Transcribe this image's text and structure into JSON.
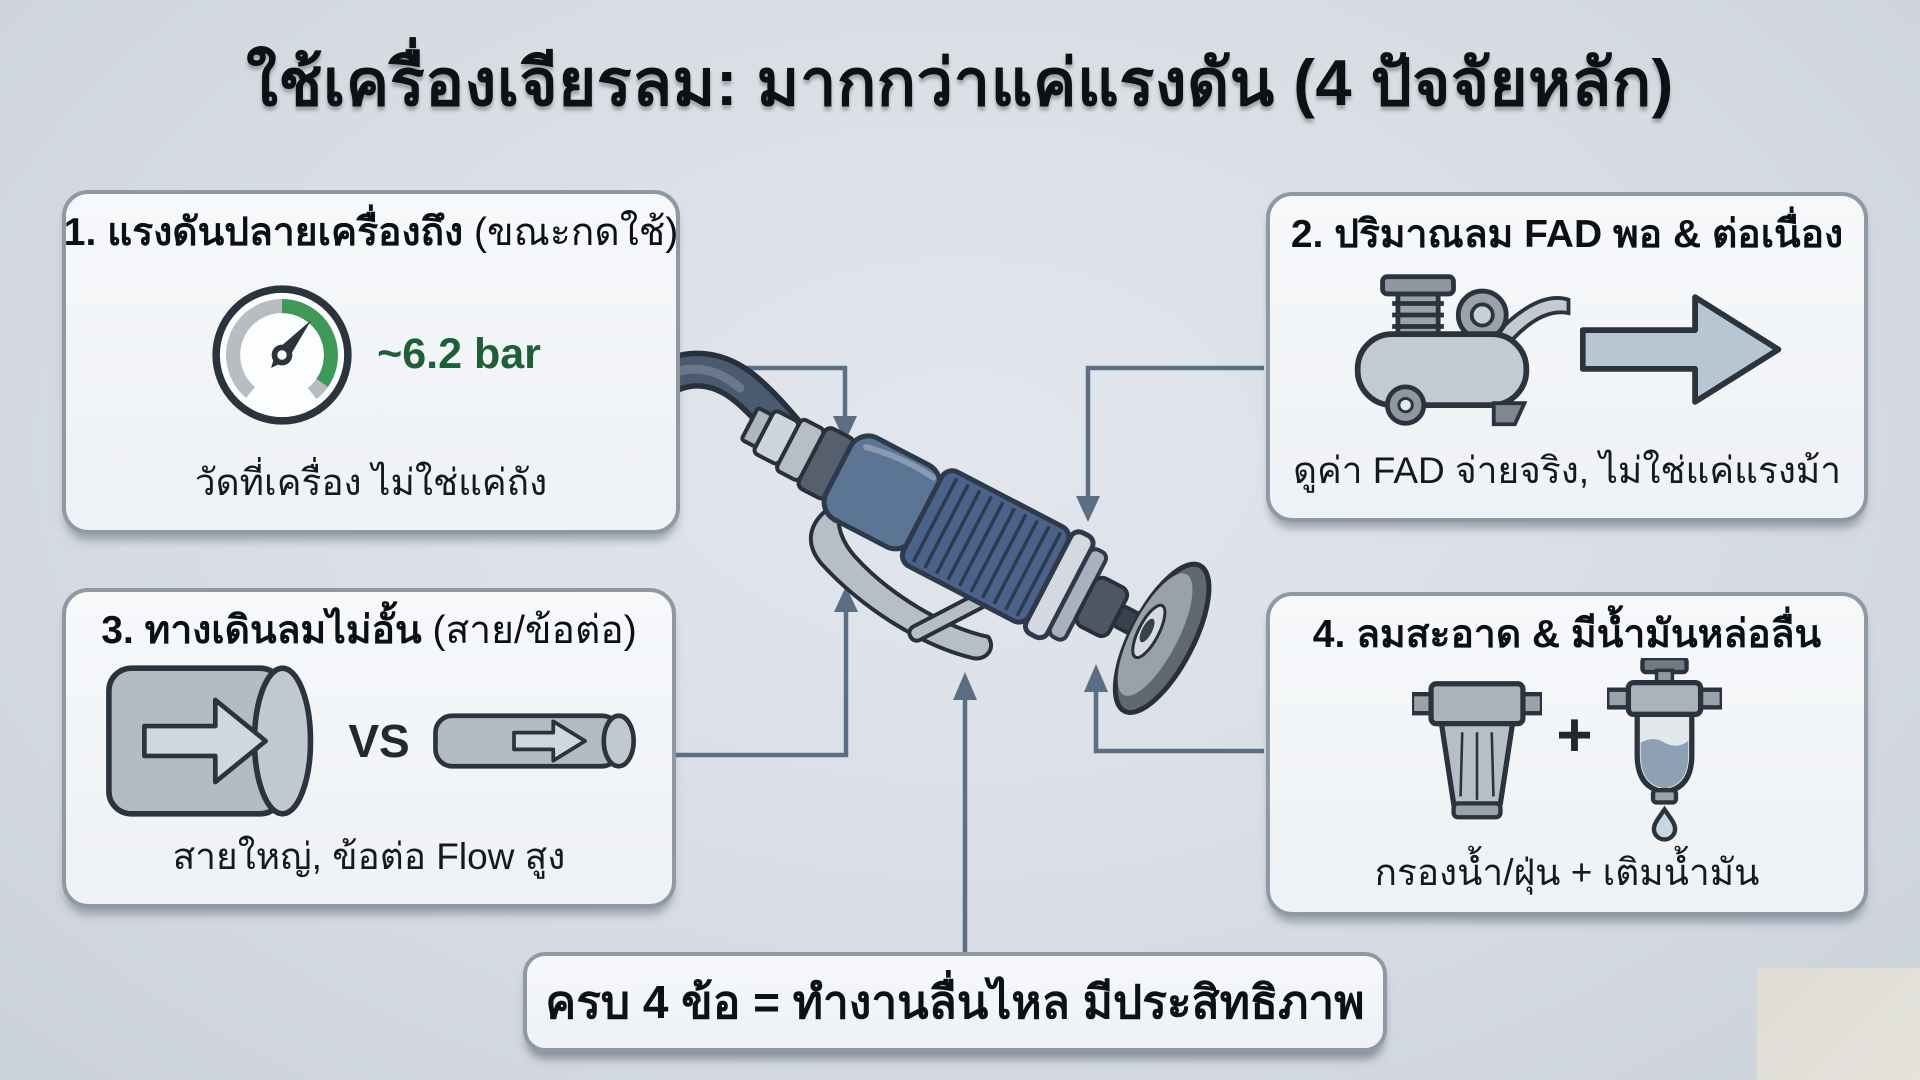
{
  "title": "ใช้เครื่องเจียรลม: มากกว่าแค่แรงดัน (4 ปัจจัยหลัก)",
  "factors": [
    {
      "heading": "1. แรงดันปลายเครื่องถึง",
      "note": "(ขณะกดใช้)",
      "icon": "pressure-gauge-icon",
      "value": "~6.2 bar",
      "caption": "วัดที่เครื่อง ไม่ใช่แค่ถัง"
    },
    {
      "heading": "2. ปริมาณลม FAD พอ & ต่อเนื่อง",
      "note": "",
      "icon": "air-compressor-icon",
      "caption": "ดูค่า FAD จ่ายจริง, ไม่ใช่แค่แรงม้า"
    },
    {
      "heading": "3. ทางเดินลมไม่อั้น",
      "note": "(สาย/ข้อต่อ)",
      "icon": "pipe-comparison-icon",
      "vs_label": "VS",
      "caption": "สายใหญ่, ข้อต่อ Flow สูง"
    },
    {
      "heading": "4. ลมสะอาด & มีน้ำมันหล่อลื่น",
      "note": "",
      "icon": "filter-lubricator-icon",
      "plus_label": "+",
      "caption": "กรองน้ำ/ฝุ่น + เติมน้ำมัน"
    }
  ],
  "conclusion": {
    "label": "ครบ 4 ข้อ = ทำงานลื่นไหล มีประสิทธิภาพ"
  },
  "center_illustration": "air-die-grinder-with-hose",
  "colors": {
    "background": "#d8dde4",
    "box_fill": "#f2f4f8",
    "box_border": "#8f99a4",
    "connector": "#5c6e84",
    "accent_green": "#3f9958",
    "value_text_green": "#1e5f38",
    "title_text": "#0e1013",
    "tool_body_blue": "#5d7595"
  }
}
